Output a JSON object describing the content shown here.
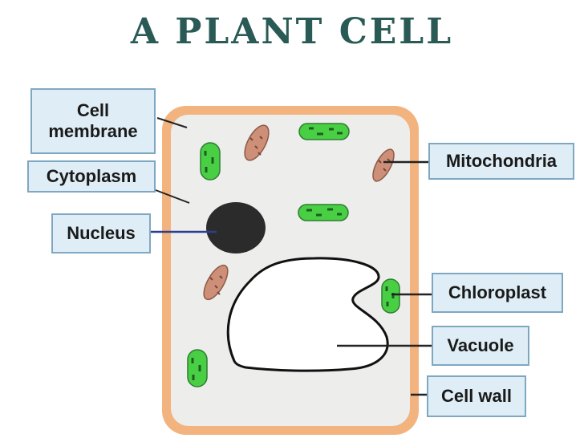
{
  "title": "A PLANT CELL",
  "colors": {
    "title": "#2a5a55",
    "cell_wall": "#f2b37f",
    "cytoplasm": "#ededec",
    "nucleus": "#2b2b2b",
    "chloroplast": "#49cf43",
    "mitochondria": "#cd8f78",
    "label_fill": "#dfeef6",
    "label_border": "#7fa7c2",
    "leader_dark": "#222222",
    "leader_blue": "#2c3f8f"
  },
  "labels": {
    "cell_membrane": "Cell membrane",
    "cytoplasm": "Cytoplasm",
    "nucleus": "Nucleus",
    "mitochondria": "Mitochondria",
    "chloroplast": "Chloroplast",
    "vacuole": "Vacuole",
    "cell_wall": "Cell wall"
  }
}
